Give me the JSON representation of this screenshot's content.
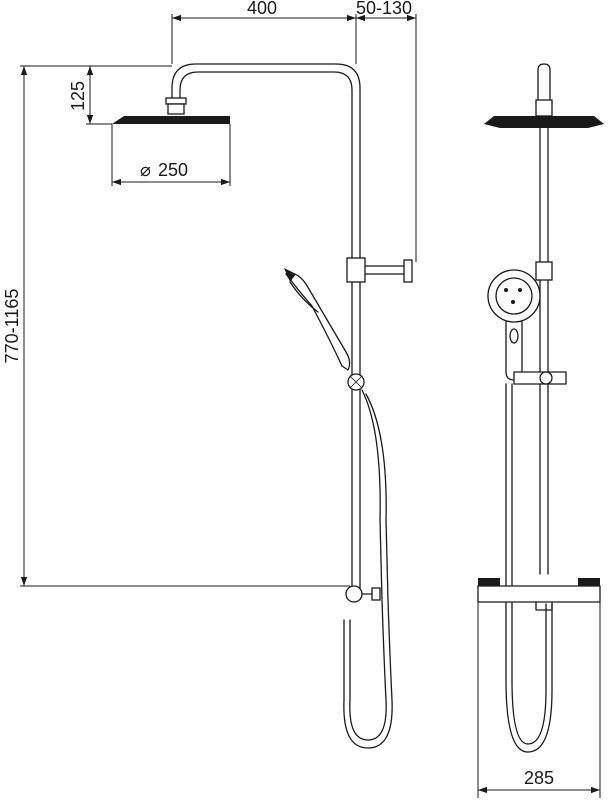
{
  "drawing": {
    "dimensions": {
      "arm_length": "400",
      "wall_offset": "50-130",
      "head_drop": "125",
      "head_diameter": "250",
      "height_range": "770-1165",
      "width": "285"
    },
    "diameter_symbol": "⌀"
  }
}
